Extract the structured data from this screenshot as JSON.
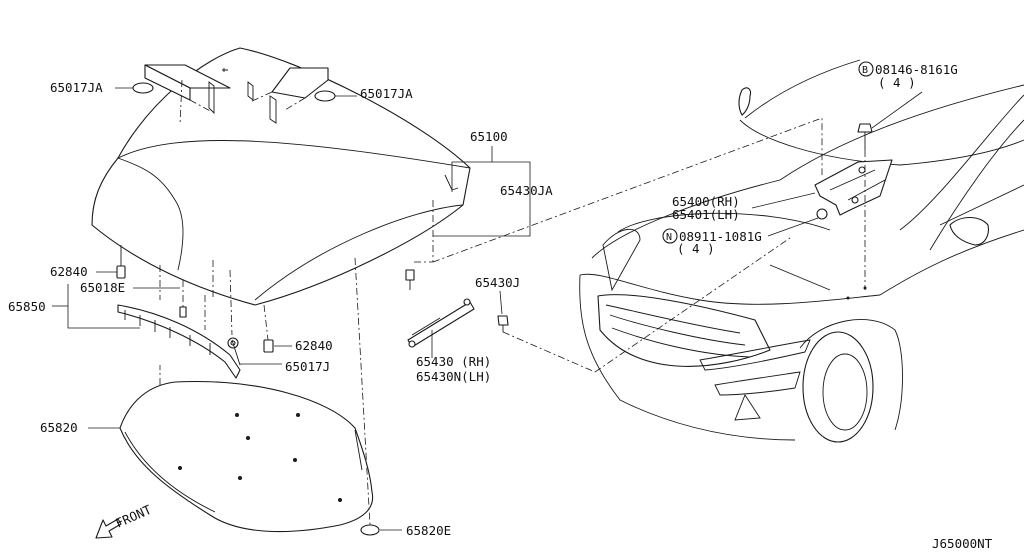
{
  "callouts": {
    "c65017ja_left": "65017JA",
    "c65017ja_right": "65017JA",
    "c65100": "65100",
    "c65430ja": "65430JA",
    "c62840_left": "62840",
    "c65018e": "65018E",
    "c65850": "65850",
    "c62840_right": "62840",
    "c65017j": "65017J",
    "c65430j": "65430J",
    "c65430_rh": "65430  (RH)",
    "c65430n_lh": "65430N(LH)",
    "c65820": "65820",
    "c65820e": "65820E",
    "c08146": "08146-8161G",
    "c08146_qty": "( 4 )",
    "c08146_prefix": "B",
    "c65400_rh": "65400(RH)",
    "c65401_lh": "65401(LH)",
    "c08911": "08911-1081G",
    "c08911_qty": "( 4 )",
    "c08911_prefix": "N",
    "front": "FRONT"
  },
  "diagram_code": "J65000NT"
}
